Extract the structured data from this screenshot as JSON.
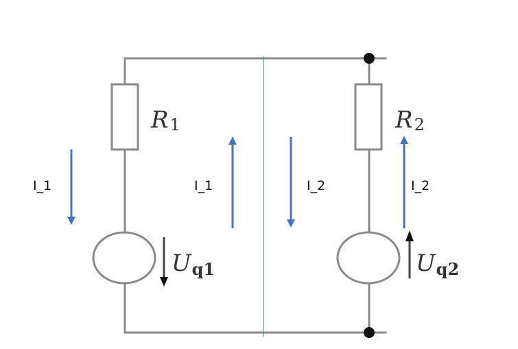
{
  "diagram": {
    "resistors": [
      {
        "symbol": "R",
        "subscript": "1"
      },
      {
        "symbol": "R",
        "subscript": "2"
      }
    ],
    "sources": [
      {
        "symbol": "U",
        "subscript": "q1"
      },
      {
        "symbol": "U",
        "subscript": "q2"
      }
    ],
    "current_labels": [
      "I_1",
      "I_1",
      "I_2",
      "I_2"
    ],
    "colors": {
      "wire": "#8a8a8a",
      "current_arrow": "#4472c4",
      "divider": "#4a6fb0",
      "node": "#111111"
    }
  }
}
